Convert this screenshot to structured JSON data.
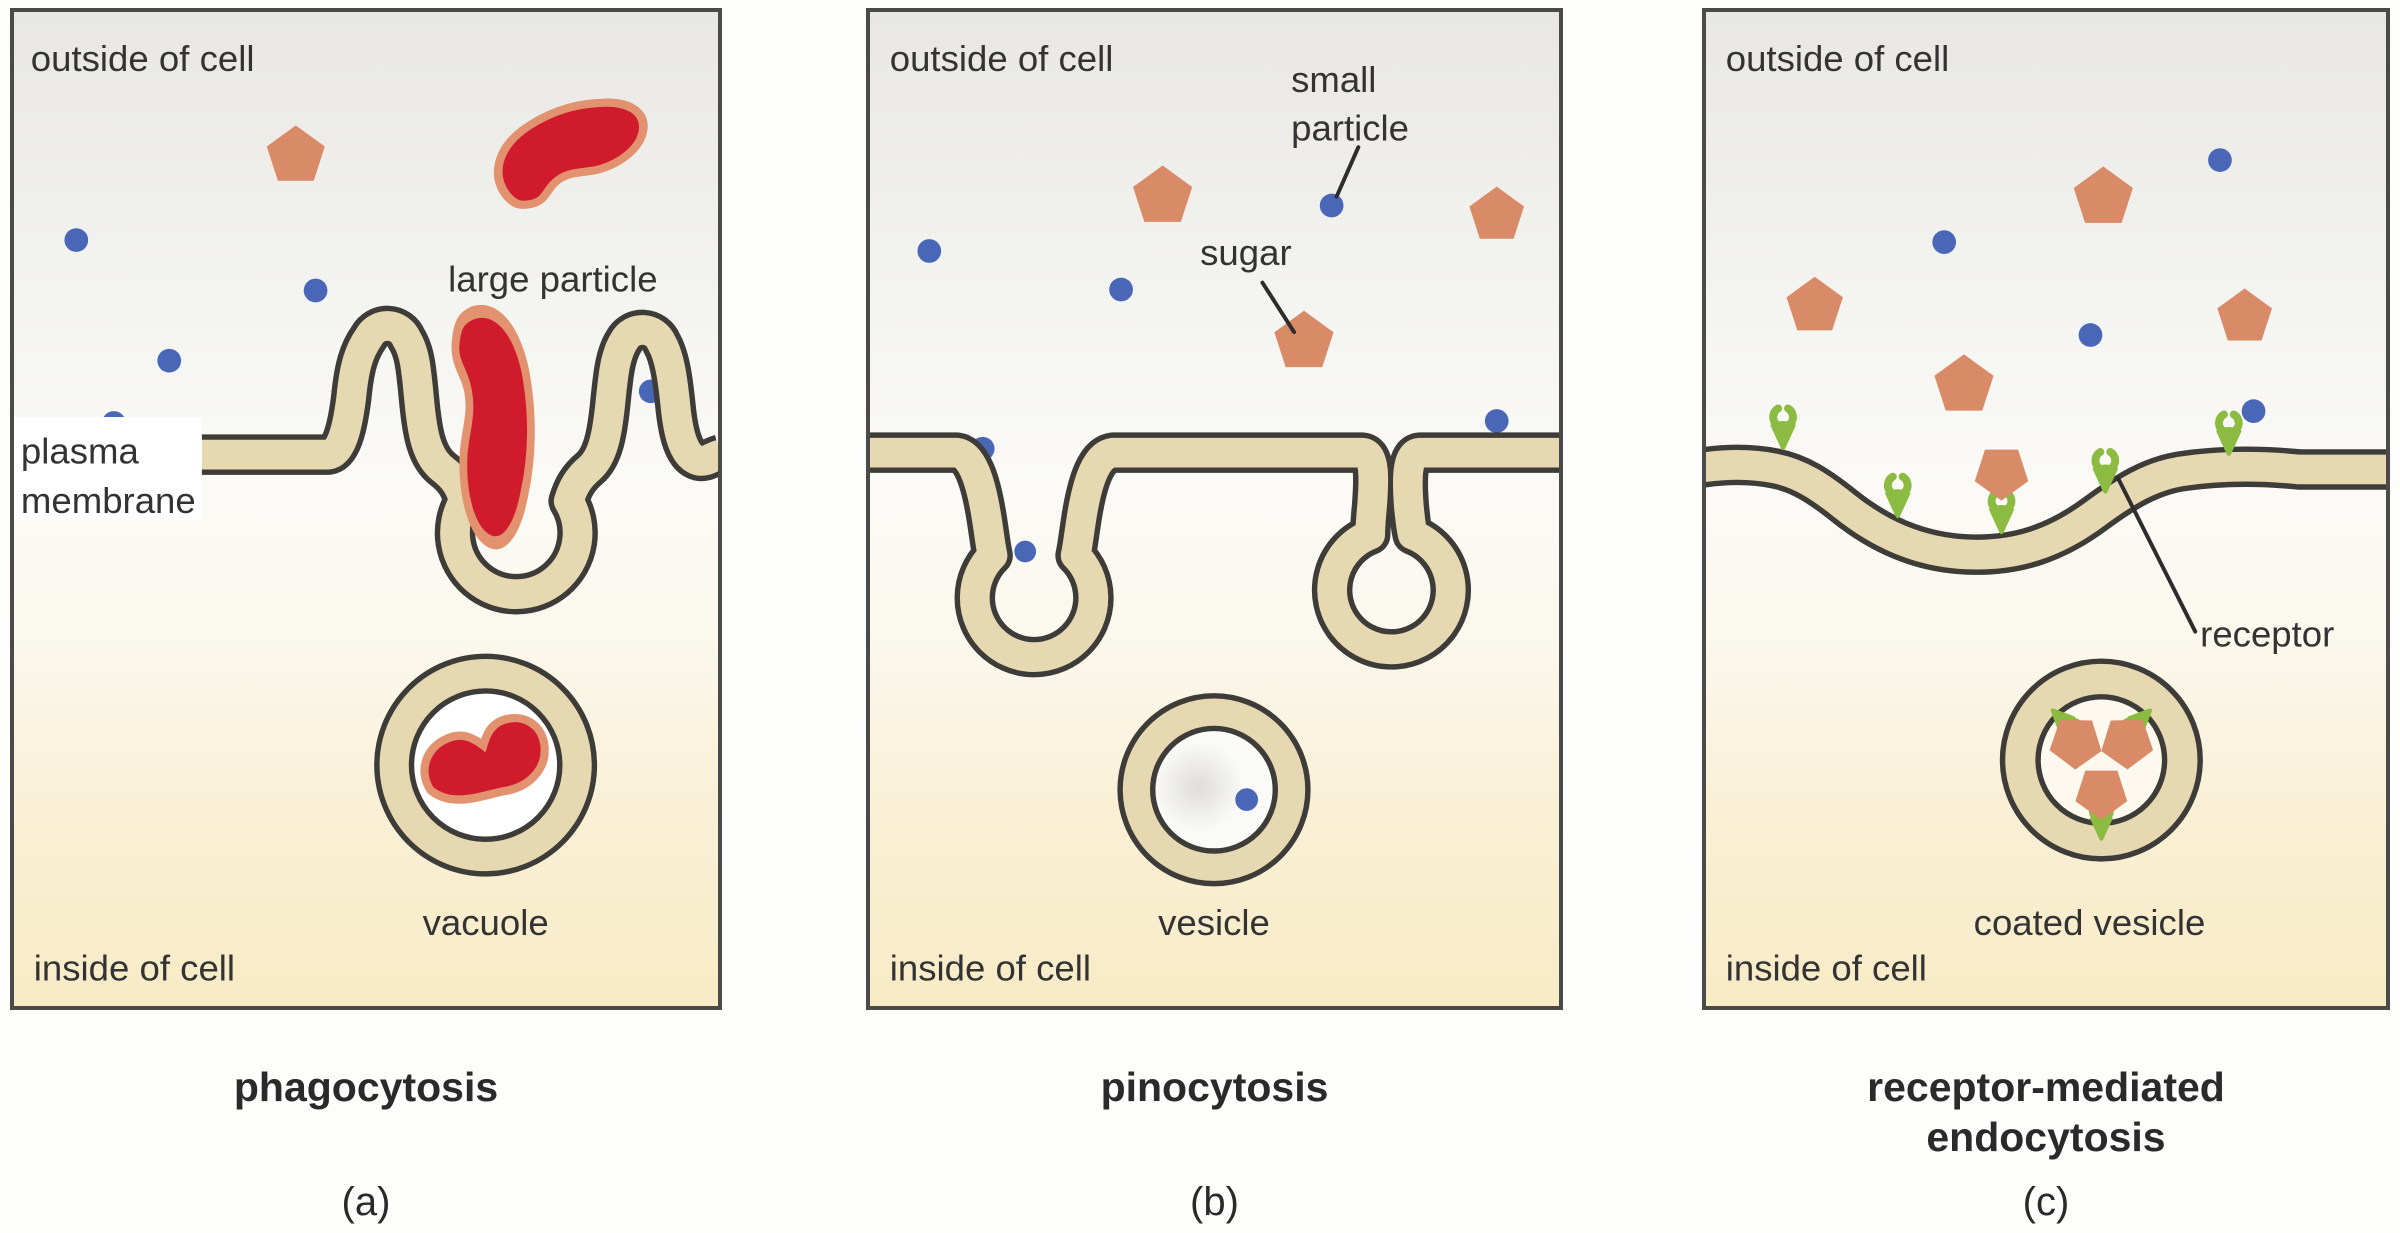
{
  "figure": {
    "description": "three types of endocytosis diagram",
    "colors": {
      "membrane_fill": "#e6d9b2",
      "membrane_outline": "#3d3c38",
      "particle_red": "#d01b2c",
      "particle_outline": "#e2926e",
      "pentagon_orange": "#d98a66",
      "dot_blue": "#4a67b7",
      "receptor_green": "#8bbb40",
      "label_text": "#333333",
      "caption_text": "#2a2a2a",
      "panel_border": "#4a4a48",
      "bg_top": "#e8e7e3",
      "bg_bottom": "#f8ebc6",
      "vacuole_interior": "#ffffff",
      "coated_vesicle_interior": "#fdf9ee"
    },
    "panels": [
      {
        "caption": [
          "phagocytosis"
        ],
        "index": "(a)",
        "labels": {
          "outside": "outside of cell",
          "inside": "inside of cell",
          "large_particle": "large particle",
          "plasma_membrane": [
            "plasma",
            "membrane"
          ],
          "vacuole": "vacuole"
        }
      },
      {
        "caption": [
          "pinocytosis"
        ],
        "index": "(b)",
        "labels": {
          "outside": "outside of cell",
          "inside": "inside of cell",
          "small_particle": [
            "small",
            "particle"
          ],
          "sugar": "sugar",
          "vesicle": "vesicle"
        }
      },
      {
        "caption": [
          "receptor-mediated",
          "endocytosis"
        ],
        "index": "(c)",
        "labels": {
          "outside": "outside of cell",
          "inside": "inside of cell",
          "receptor": "receptor",
          "coated_vesicle": "coated vesicle"
        }
      }
    ]
  }
}
